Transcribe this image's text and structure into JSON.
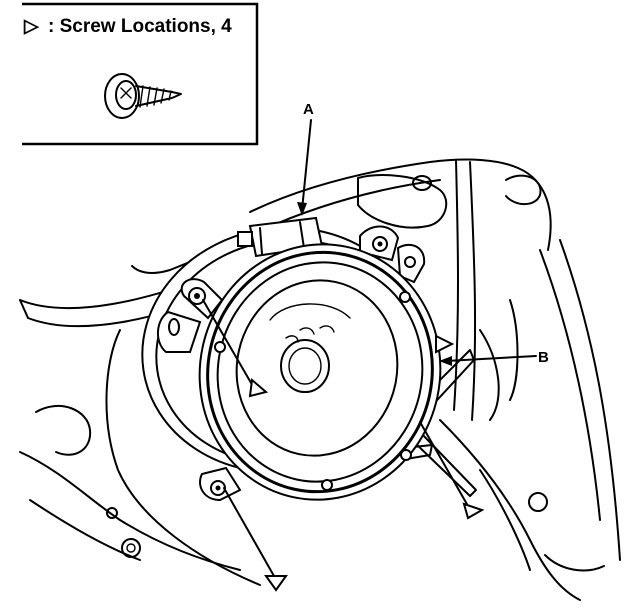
{
  "legend": {
    "marker_symbol": "▷",
    "text": ": Screw Locations, 4",
    "icon": "screw-icon"
  },
  "callouts": {
    "a": "A",
    "b": "B"
  },
  "icons": [
    "screw-icon",
    "screw-location-marker-icon",
    "speaker-icon",
    "connector-icon"
  ]
}
